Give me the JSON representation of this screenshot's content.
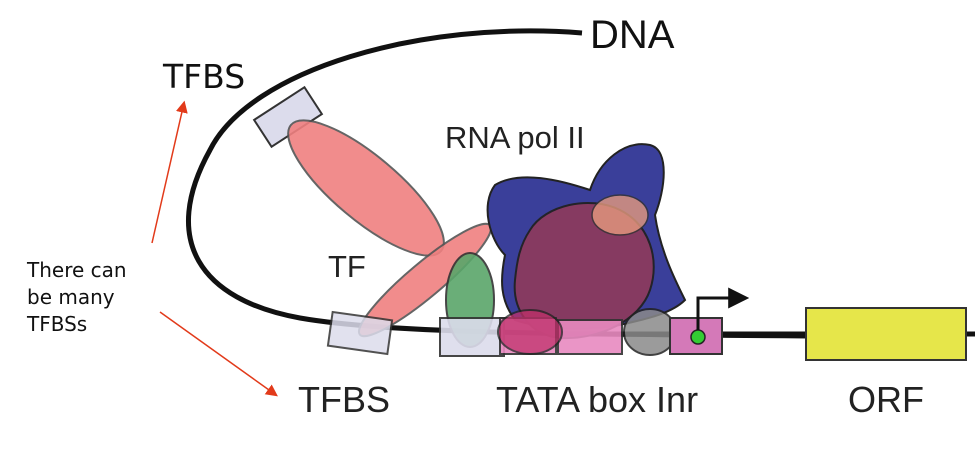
{
  "labels": {
    "dna": "DNA",
    "tfbs_top": "TFBS",
    "tfbs_bottom": "TFBS",
    "rna_pol": "RNA pol II",
    "tf": "TF",
    "tata": "TATA box Inr",
    "orf": "ORF",
    "note_line1": "There can",
    "note_line2": "be many",
    "note_line3": "TFBSs"
  },
  "colors": {
    "dna_line": "#111111",
    "tf_red": "#f08080",
    "rna_pol_blue": "#3a3f9a",
    "rna_pol_core": "#8b3a5e",
    "green_factor": "#5aa66a",
    "tfbs_box": "#dcdcec",
    "tata_pink": "#e88ac0",
    "orf_yellow": "#e6e64a",
    "arrow_red": "#e23a1a",
    "inr_green": "#33cc33"
  }
}
